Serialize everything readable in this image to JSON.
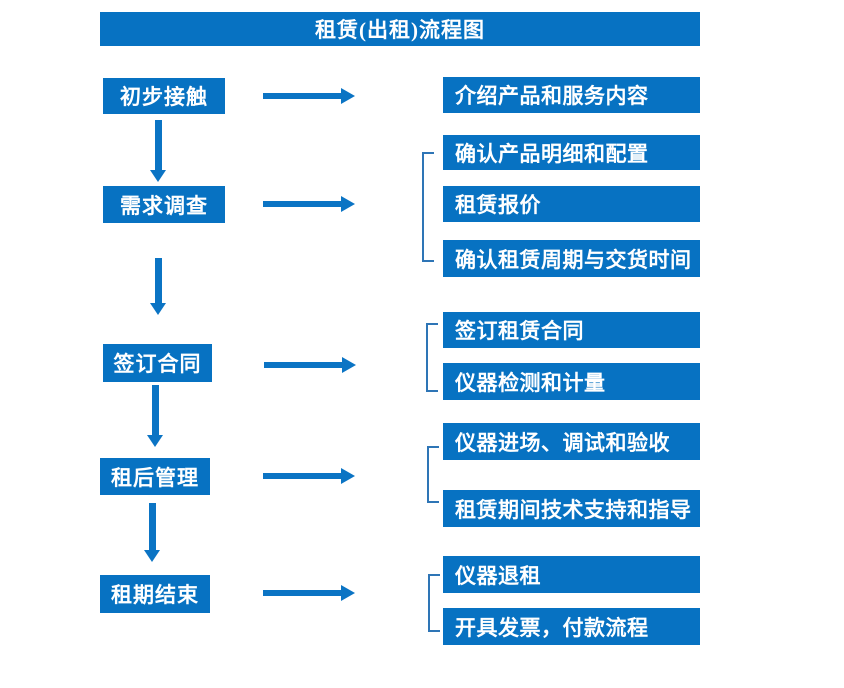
{
  "title": "租赁(出租)流程图",
  "colors": {
    "primary_blue": "#0772C2",
    "arrow_blue": "#0B74C4",
    "bracket_blue": "#2E75B6",
    "box_text": "#FFFFFF",
    "background": "#FFFFFF"
  },
  "steps": [
    {
      "label": "初步接触",
      "details": [
        "介绍产品和服务内容"
      ]
    },
    {
      "label": "需求调查",
      "details": [
        "确认产品明细和配置",
        "租赁报价",
        "确认租赁周期与交货时间"
      ]
    },
    {
      "label": "签订合同",
      "details": [
        "签订租赁合同",
        "仪器检测和计量"
      ]
    },
    {
      "label": "租后管理",
      "details": [
        "仪器进场、调试和验收",
        "租赁期间技术支持和指导"
      ]
    },
    {
      "label": "租期结束",
      "details": [
        "仪器退租",
        "开具发票，付款流程"
      ]
    }
  ]
}
